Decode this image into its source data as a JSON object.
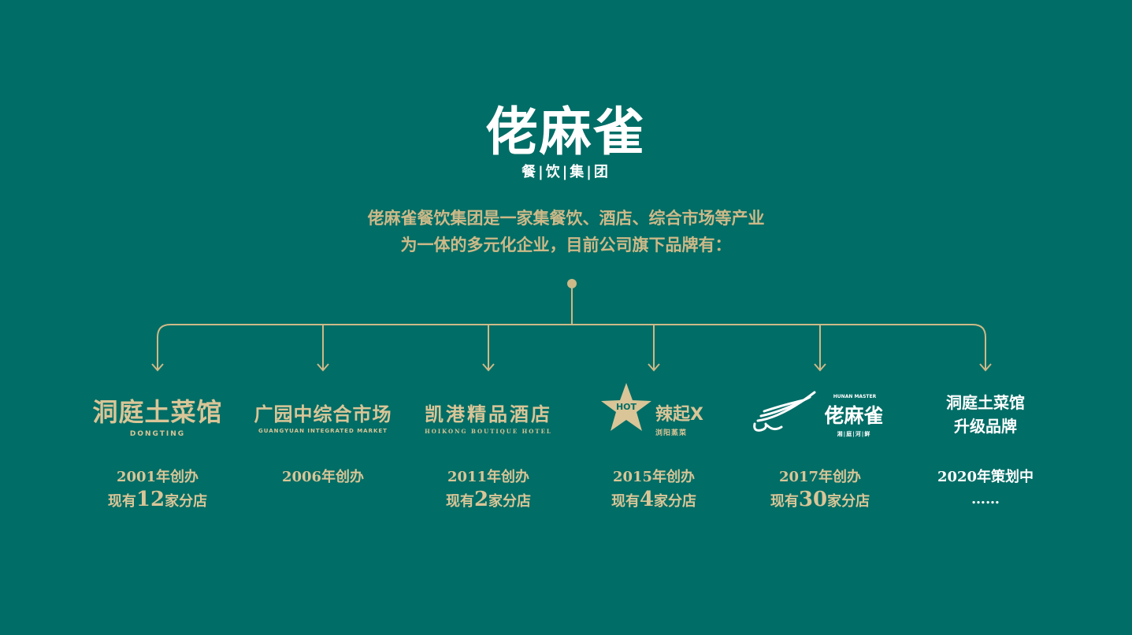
{
  "header": {
    "logo_name": "佬麻雀",
    "logo_sub": "餐|饮|集|团"
  },
  "intro": {
    "line1": "佬麻雀餐饮集团是一家集餐饮、酒店、综合市场等产业",
    "line2": "为一体的多元化企业，目前公司旗下品牌有："
  },
  "colors": {
    "background": "#006d66",
    "gold": "#cdb988",
    "white": "#ffffff"
  },
  "brands": [
    {
      "logo_main": "洞庭土菜馆",
      "logo_sub": "DONGTING",
      "founded": "2001年创办",
      "stores_prefix": "现有",
      "stores_num": "12",
      "stores_suffix": "家分店"
    },
    {
      "logo_main": "广园中综合市场",
      "logo_sub": "GUANGYUAN INTEGRATED MARKET",
      "founded": "2006年创办"
    },
    {
      "logo_main": "凯港精品酒店",
      "logo_sub": "HOIKONG BOUTIQUE HOTEL",
      "founded": "2011年创办",
      "stores_prefix": "现有",
      "stores_num": "2",
      "stores_suffix": "家分店"
    },
    {
      "logo_main": "辣起X",
      "logo_star_text": "HOT",
      "logo_sub": "浏阳蒸菜",
      "founded": "2015年创办",
      "stores_prefix": "现有",
      "stores_num": "4",
      "stores_suffix": "家分店"
    },
    {
      "logo_main": "佬麻雀",
      "logo_top": "HUNAN MASTER",
      "logo_sub": "湘|庭|河|鲜",
      "founded": "2017年创办",
      "stores_prefix": "现有",
      "stores_num": "30",
      "stores_suffix": "家分店"
    },
    {
      "logo_line1": "洞庭土菜馆",
      "logo_line2": "升级品牌",
      "founded": "2020年策划中",
      "extra": "……"
    }
  ]
}
